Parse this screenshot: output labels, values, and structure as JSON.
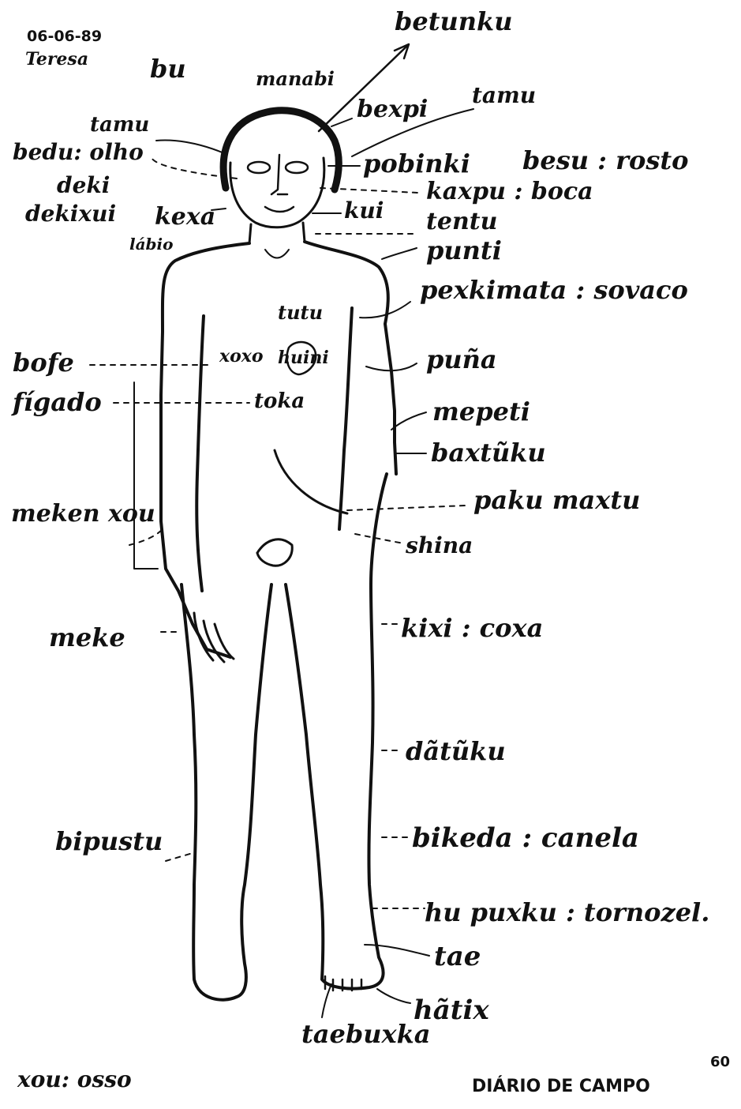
{
  "header": {
    "date": "06-06-89",
    "informant": "Teresa",
    "head_word": "bu"
  },
  "labels": {
    "betunku": "betunku",
    "manabi": "manabi",
    "bexpi": "bexpi",
    "tamu_right": "tamu",
    "tamu_left": "tamu",
    "bedu_olho": "bedu: olho",
    "deki": "deki",
    "dekixui": "dekixui",
    "kexa": "kexa",
    "labio": "lábio",
    "pobinki": "pobinki",
    "besu_rosto": "besu : rosto",
    "kaxpu_boca": "kaxpu : boca",
    "kui": "kui",
    "tentu": "tentu",
    "punti": "punti",
    "pexkimata_sovaco": "pexkimata : sovaco",
    "tutu": "tutu",
    "xoxo": "xoxo",
    "huini": "huini",
    "bofe": "bofe",
    "figado": "fígado",
    "toka": "toka",
    "puna": "puña",
    "mepeti": "mepeti",
    "baxtuku": "baxtũku",
    "meken_xou": "meken xou",
    "paku_maxtu": "paku maxtu",
    "shina": "shina",
    "meke": "meke",
    "kixi_coxa": "kixi : coxa",
    "datuku": "dãtũku",
    "bipustu": "bipustu",
    "bikeda_canela": "bikeda : canela",
    "hu_puxku_tornozelo": "hu puxku : tornozel.",
    "tae": "tae",
    "hatix": "hãtix",
    "taebuxka": "taebuxka",
    "xou_osso": "xou: osso"
  },
  "footer": {
    "title": "DIÁRIO DE CAMPO",
    "page_number": "60"
  }
}
